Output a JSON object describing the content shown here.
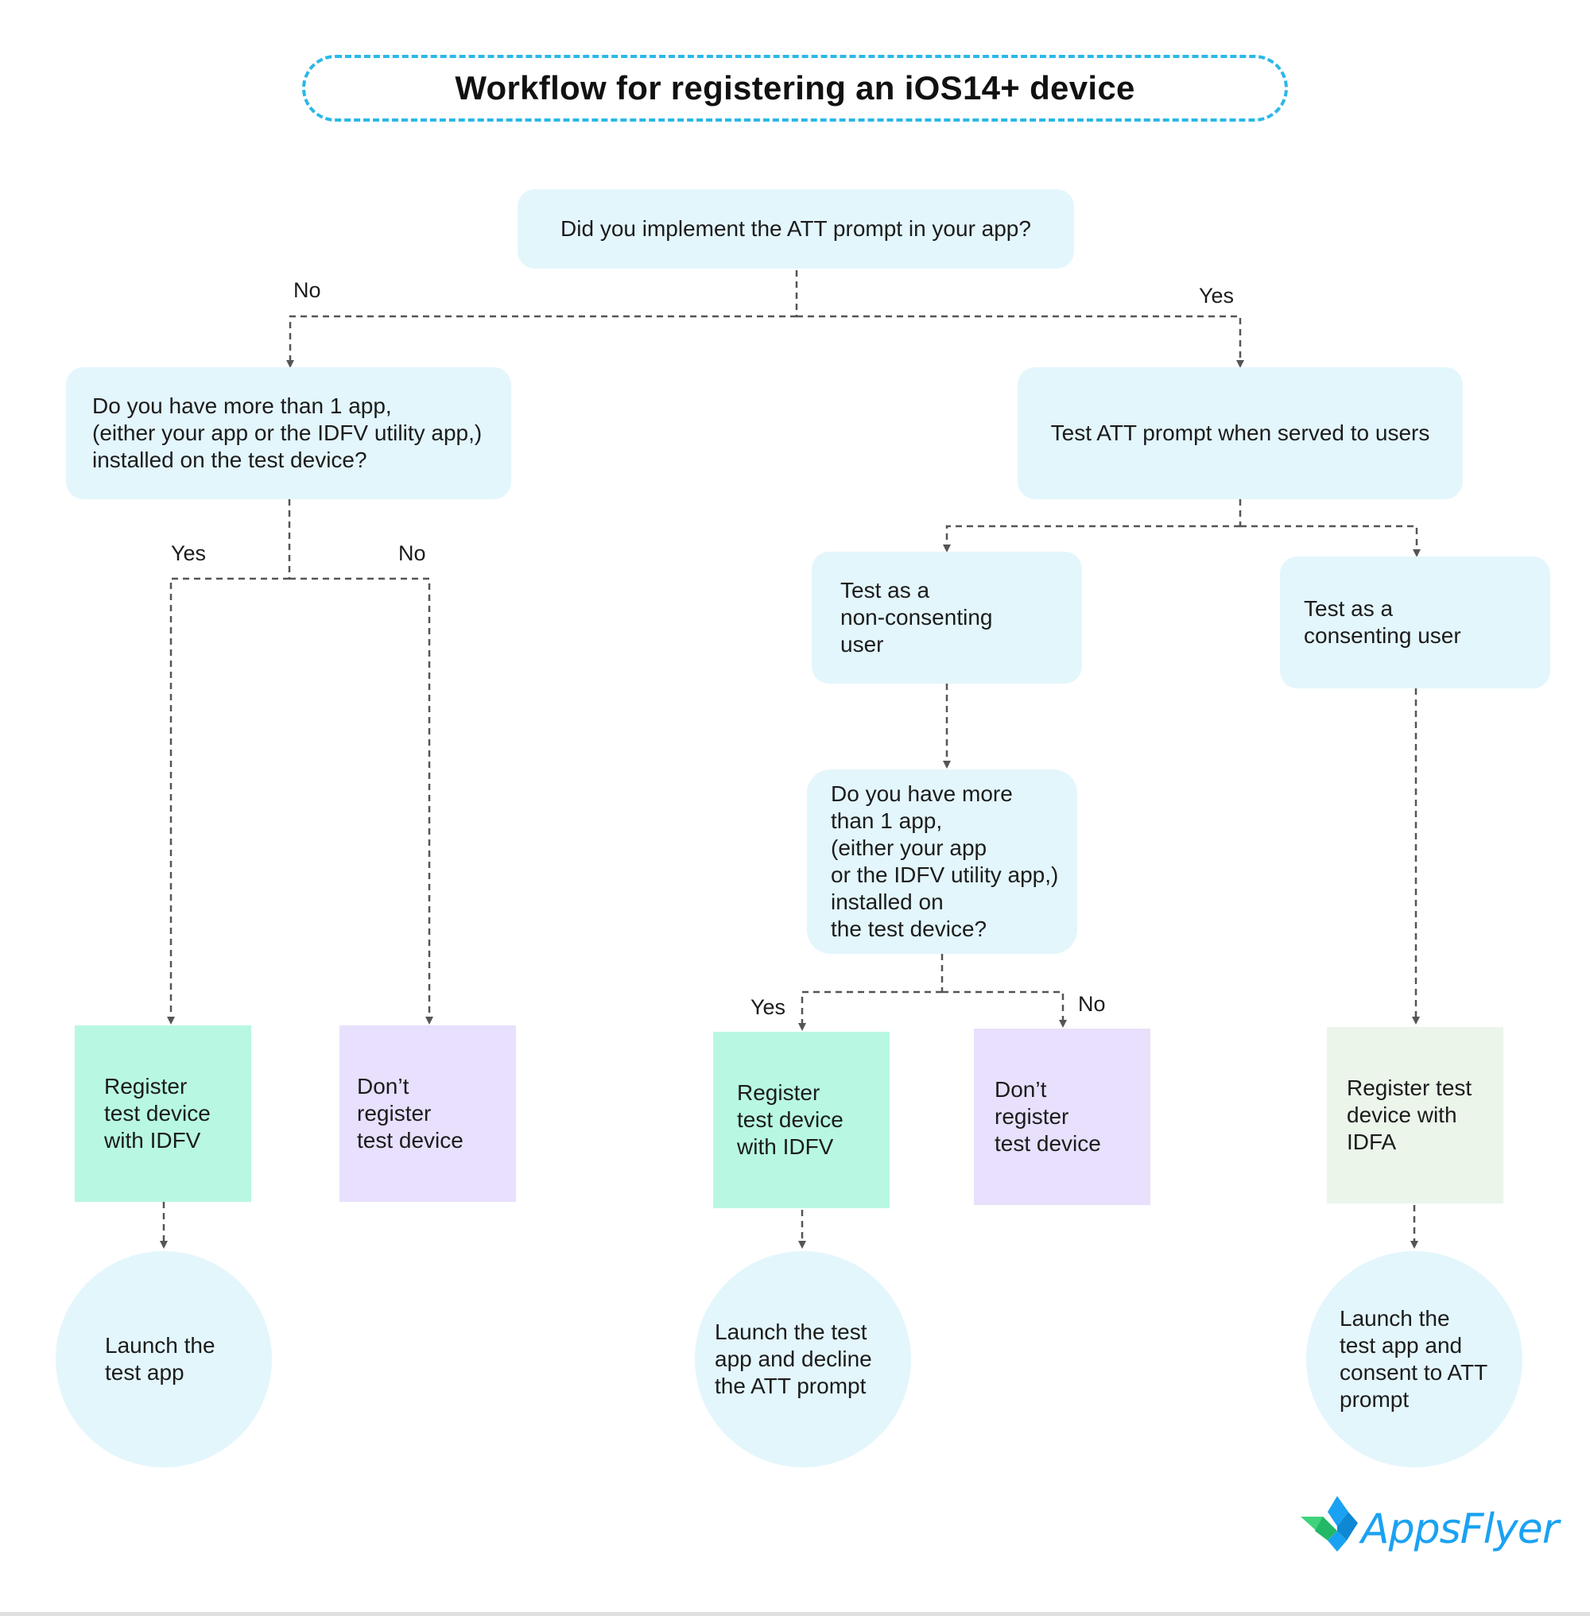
{
  "title": "Workflow for registering an iOS14+ device",
  "nodes": {
    "q_att": "Did you implement the ATT prompt in your app?",
    "q_more_apps_left": "Do you have more than 1 app,\n(either your app or the IDFV utility app,)\ninstalled on the test device?",
    "test_att": "Test ATT prompt when served to users",
    "test_nonconsenting": "Test as a\nnon-consenting\nuser",
    "test_consenting": "Test as a\nconsenting user",
    "q_more_apps_mid": "Do you have more\nthan 1 app,\n(either your app\nor the IDFV utility app,)\ninstalled on\nthe test device?",
    "register_idfv_left": "Register\ntest device\nwith IDFV",
    "dont_register_left": "Don’t\nregister\ntest device",
    "register_idfv_mid": "Register\ntest device\nwith IDFV",
    "dont_register_mid": "Don’t\nregister\ntest device",
    "register_idfa": "Register test\ndevice with\nIDFA",
    "launch_left": "Launch the\ntest app",
    "launch_decline": "Launch the test\napp and decline\nthe ATT prompt",
    "launch_consent": "Launch the\ntest app and\nconsent to ATT\nprompt"
  },
  "labels": {
    "no_top": "No",
    "yes_top": "Yes",
    "yes_left": "Yes",
    "no_left": "No",
    "yes_mid": "Yes",
    "no_mid": "No"
  },
  "logo": {
    "text": "AppsFlyer"
  },
  "colors": {
    "question_fill": "#e3f6fc",
    "register_fill": "#b8f8e2",
    "dont_register_fill": "#e8e0fc",
    "idfa_fill": "#ebf5ea",
    "title_border": "#2bb8e8",
    "connector": "#555555",
    "logo_green": "#3ed37a",
    "logo_blue": "#1aa2f2"
  }
}
